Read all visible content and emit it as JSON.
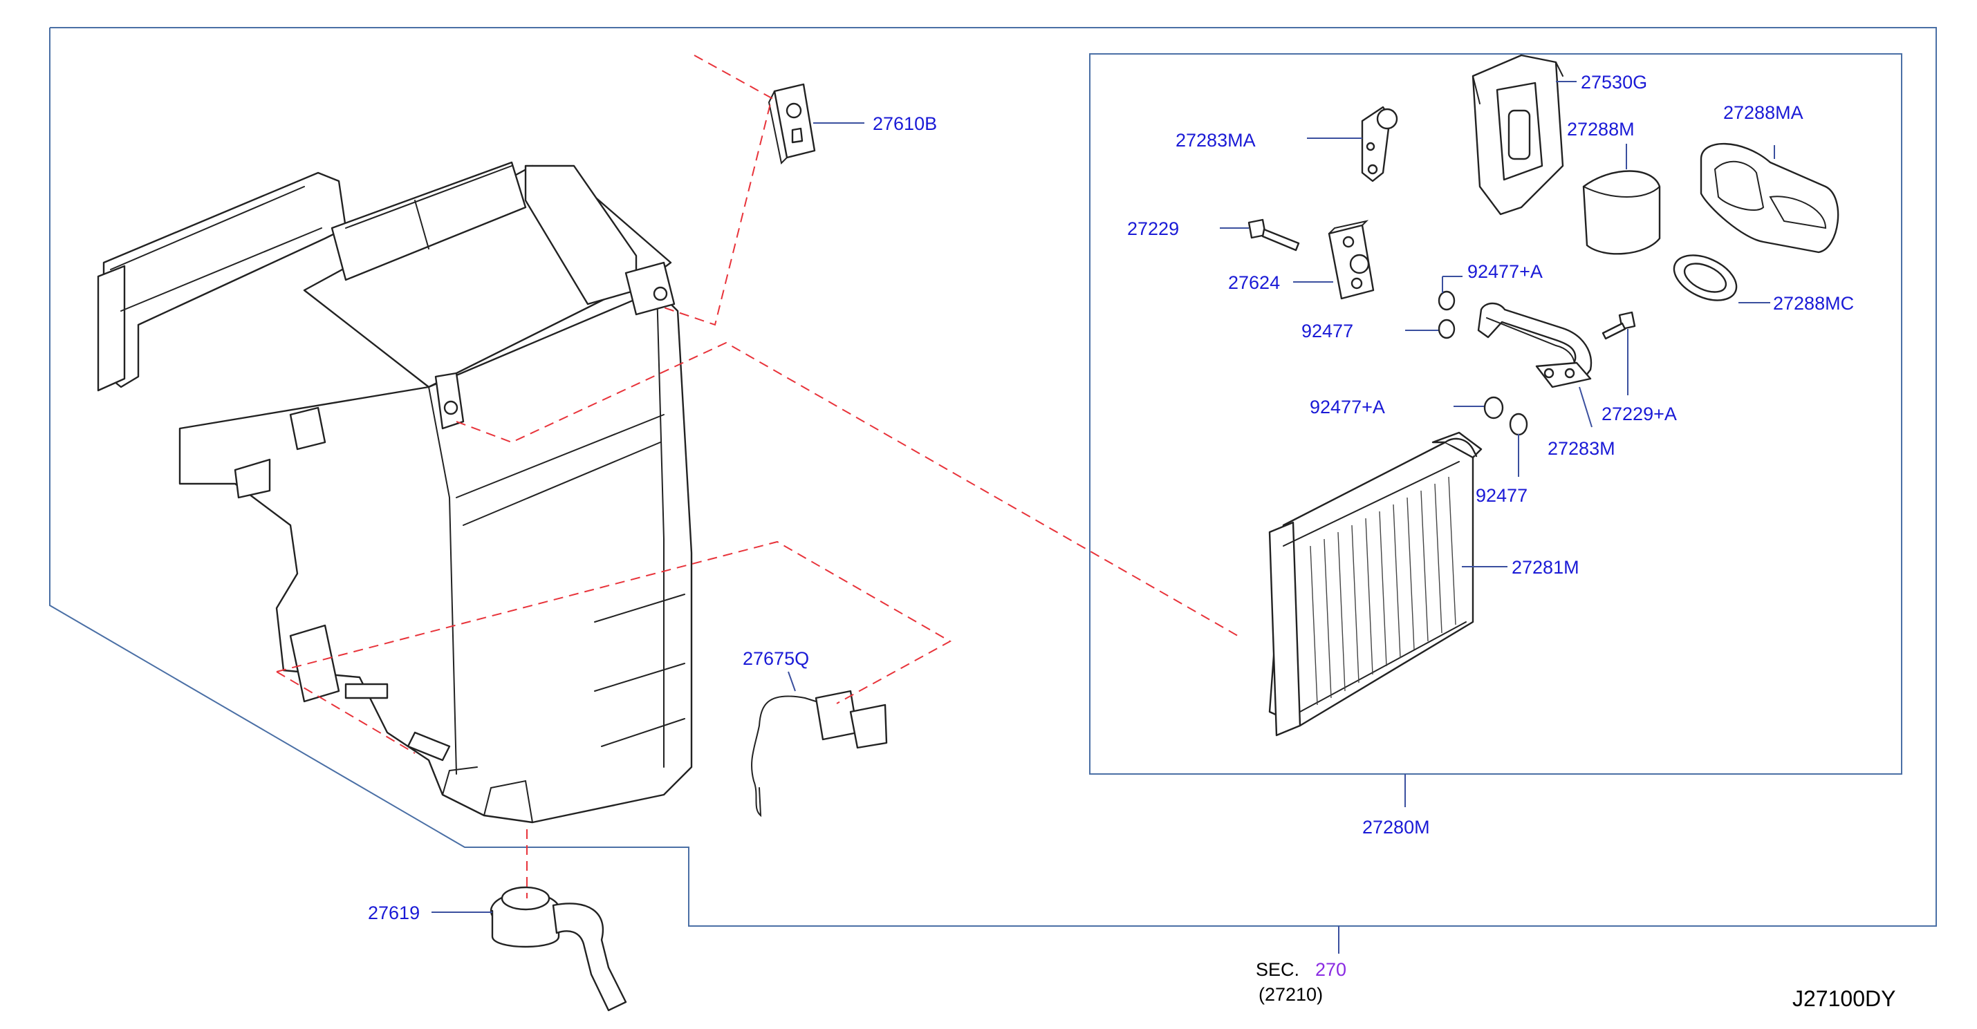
{
  "diagram": {
    "code": "J27100DY",
    "section": {
      "prefix": "SEC.",
      "number": "270",
      "sub": "(27210)"
    },
    "colors": {
      "label": "#1a1ad6",
      "frame": "#4a6fa5",
      "dashed": "#e8333a",
      "section_number": "#8a2be2"
    },
    "parts": {
      "p27610B": "27610B",
      "p27530G": "27530G",
      "p27283MA": "27283MA",
      "p27288M": "27288M",
      "p27288MA": "27288MA",
      "p27229": "27229",
      "p92477A_top": "92477+A",
      "p27624": "27624",
      "p27288MC": "27288MC",
      "p92477_top": "92477",
      "p92477A_mid": "92477+A",
      "p27229A": "27229+A",
      "p27283M": "27283M",
      "p92477_bot": "92477",
      "p27281M": "27281M",
      "p27675Q": "27675Q",
      "p27280M": "27280M",
      "p27619": "27619"
    }
  }
}
